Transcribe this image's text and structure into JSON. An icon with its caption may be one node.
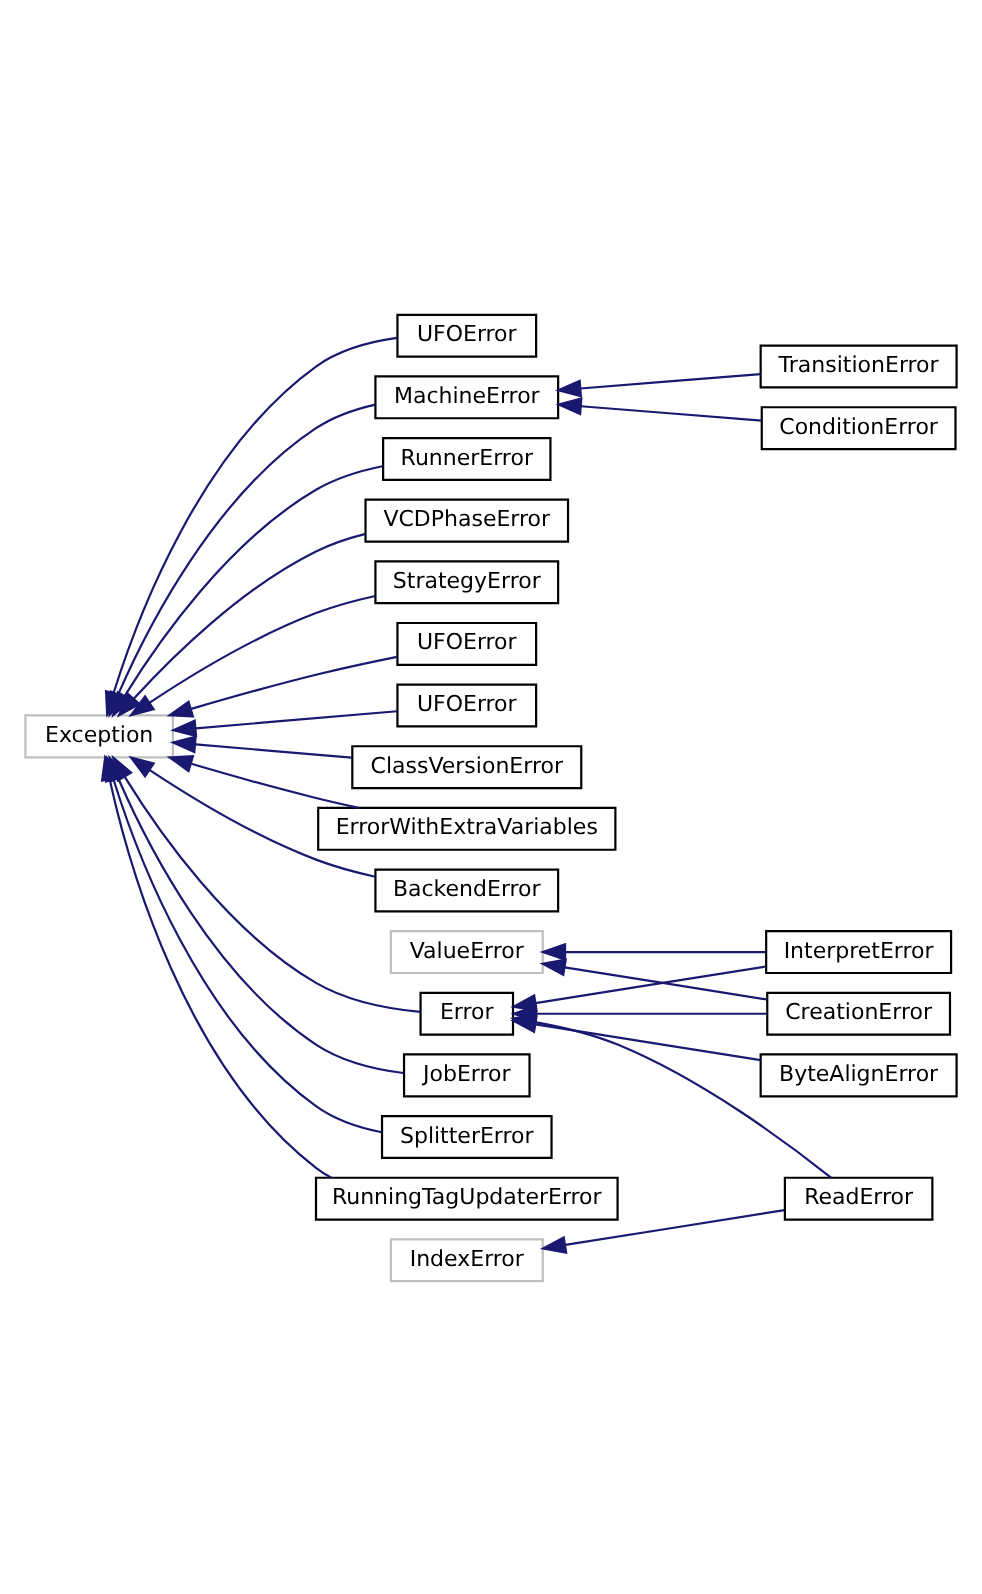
{
  "diagram": {
    "nodes": [
      {
        "text": [
          "Exception"
        ]
      },
      {
        "text": [
          "UFOError"
        ]
      },
      {
        "text": [
          "MachineError"
        ]
      },
      {
        "text": [
          "TransitionError"
        ]
      },
      {
        "text": [
          "ConditionError"
        ]
      },
      {
        "text": [
          "RunnerError"
        ]
      },
      {
        "text": [
          "VCDPhaseError"
        ]
      },
      {
        "text": [
          "ValueError"
        ]
      },
      {
        "text": [
          "InterpretError"
        ]
      },
      {
        "text": [
          "StrategyError"
        ]
      },
      {
        "text": [
          "UFOError"
        ]
      },
      {
        "text": [
          "UFOError"
        ]
      },
      {
        "text": [
          "ClassVersionError"
        ]
      },
      {
        "text": [
          "ErrorWithExtraVariables"
        ]
      },
      {
        "text": [
          "CreationError"
        ]
      },
      {
        "text": [
          "BackendError"
        ]
      },
      {
        "text": [
          "Error"
        ]
      },
      {
        "text": [
          "ByteAlignError"
        ]
      },
      {
        "text": [
          "JobError"
        ]
      },
      {
        "text": [
          "SplitterError"
        ]
      },
      {
        "text": [
          "ReadError"
        ]
      },
      {
        "text": [
          "RunningTagUpdaterError"
        ]
      },
      {
        "text": [
          "IndexError"
        ]
      }
    ],
    "edges": [
      {
        "from": 1,
        "to": 0,
        "arrow": "to"
      },
      {
        "from": 2,
        "to": 0,
        "arrow": "to"
      },
      {
        "from": 3,
        "to": 2,
        "arrow": "to"
      },
      {
        "from": 4,
        "to": 2,
        "arrow": "to"
      },
      {
        "from": 5,
        "to": 0,
        "arrow": "to"
      },
      {
        "from": 6,
        "to": 0,
        "arrow": "to"
      },
      {
        "from": 8,
        "to": 7,
        "arrow": "to"
      },
      {
        "from": 14,
        "to": 7,
        "arrow": "to"
      },
      {
        "from": 9,
        "to": 0,
        "arrow": "to"
      },
      {
        "from": 10,
        "to": 0,
        "arrow": "to"
      },
      {
        "from": 11,
        "to": 0,
        "arrow": "to"
      },
      {
        "from": 12,
        "to": 0,
        "arrow": "to"
      },
      {
        "from": 13,
        "to": 0,
        "arrow": "to"
      },
      {
        "from": 15,
        "to": 0,
        "arrow": "to"
      },
      {
        "from": 16,
        "to": 0,
        "arrow": "to"
      },
      {
        "from": 8,
        "to": 16,
        "arrow": "to"
      },
      {
        "from": 14,
        "to": 16,
        "arrow": "to"
      },
      {
        "from": 17,
        "to": 16,
        "arrow": "to"
      },
      {
        "from": 20,
        "to": 16,
        "arrow": "to"
      },
      {
        "from": 18,
        "to": 0,
        "arrow": "to"
      },
      {
        "from": 19,
        "to": 0,
        "arrow": "to"
      },
      {
        "from": 21,
        "to": 0,
        "arrow": "to"
      },
      {
        "from": 20,
        "to": 22,
        "arrow": "to"
      }
    ]
  }
}
